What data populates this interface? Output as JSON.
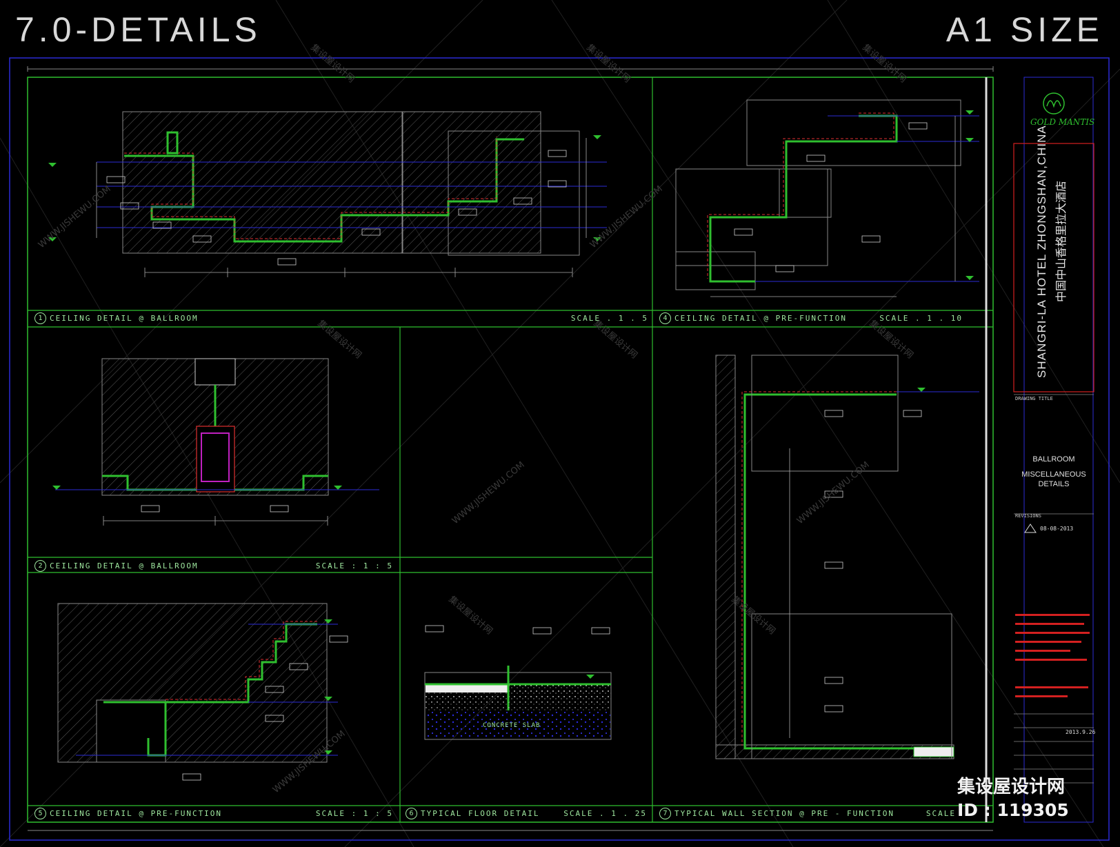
{
  "header": {
    "left_title": "7.0-DETAILS",
    "right_title": "A1 SIZE"
  },
  "details": [
    {
      "num": "1",
      "title": "CEILING DETAIL @ BALLROOM",
      "scale": "SCALE . 1 . 5"
    },
    {
      "num": "4",
      "title": "CEILING DETAIL @ PRE-FUNCTION",
      "scale": "SCALE . 1 . 10"
    },
    {
      "num": "2",
      "title": "CEILING DETAIL @ BALLROOM",
      "scale": "SCALE : 1 : 5"
    },
    {
      "num": "5",
      "title": "CEILING DETAIL @ PRE-FUNCTION",
      "scale": "SCALE : 1 : 5"
    },
    {
      "num": "6",
      "title": "TYPICAL FLOOR DETAIL",
      "scale": "SCALE . 1 . 25"
    },
    {
      "num": "7",
      "title": "TYPICAL WALL SECTION @ PRE - FUNCTION",
      "scale": "SCALE"
    }
  ],
  "annotations": {
    "concrete_slab": "CONCRETE SLAB"
  },
  "title_block": {
    "logo": "GOLD MANTIS",
    "project_en": "SHANGRI-LA HOTEL ZHONGSHAN,CHINA",
    "project_cn": "中国中山香格里拉大酒店",
    "drawing_title_label": "DRAWING TITLE",
    "drawing_title_1": "BALLROOM",
    "drawing_title_2": "MISCELLANEOUS",
    "drawing_title_3": "DETAILS",
    "revisions_label": "REVISIONS",
    "revision_date": "08-08-2013",
    "date": "2013.9.26"
  },
  "watermark": {
    "cn": "集设屋设计网",
    "url": "WWW.JISHEWU.COM",
    "brand": "集设屋设计网",
    "id": "ID : 119305"
  },
  "colors": {
    "frame_green": "#2fbf2f",
    "outer_blue": "#2b2bd6",
    "red_box": "#d42020",
    "text": "#d8d8d8"
  }
}
